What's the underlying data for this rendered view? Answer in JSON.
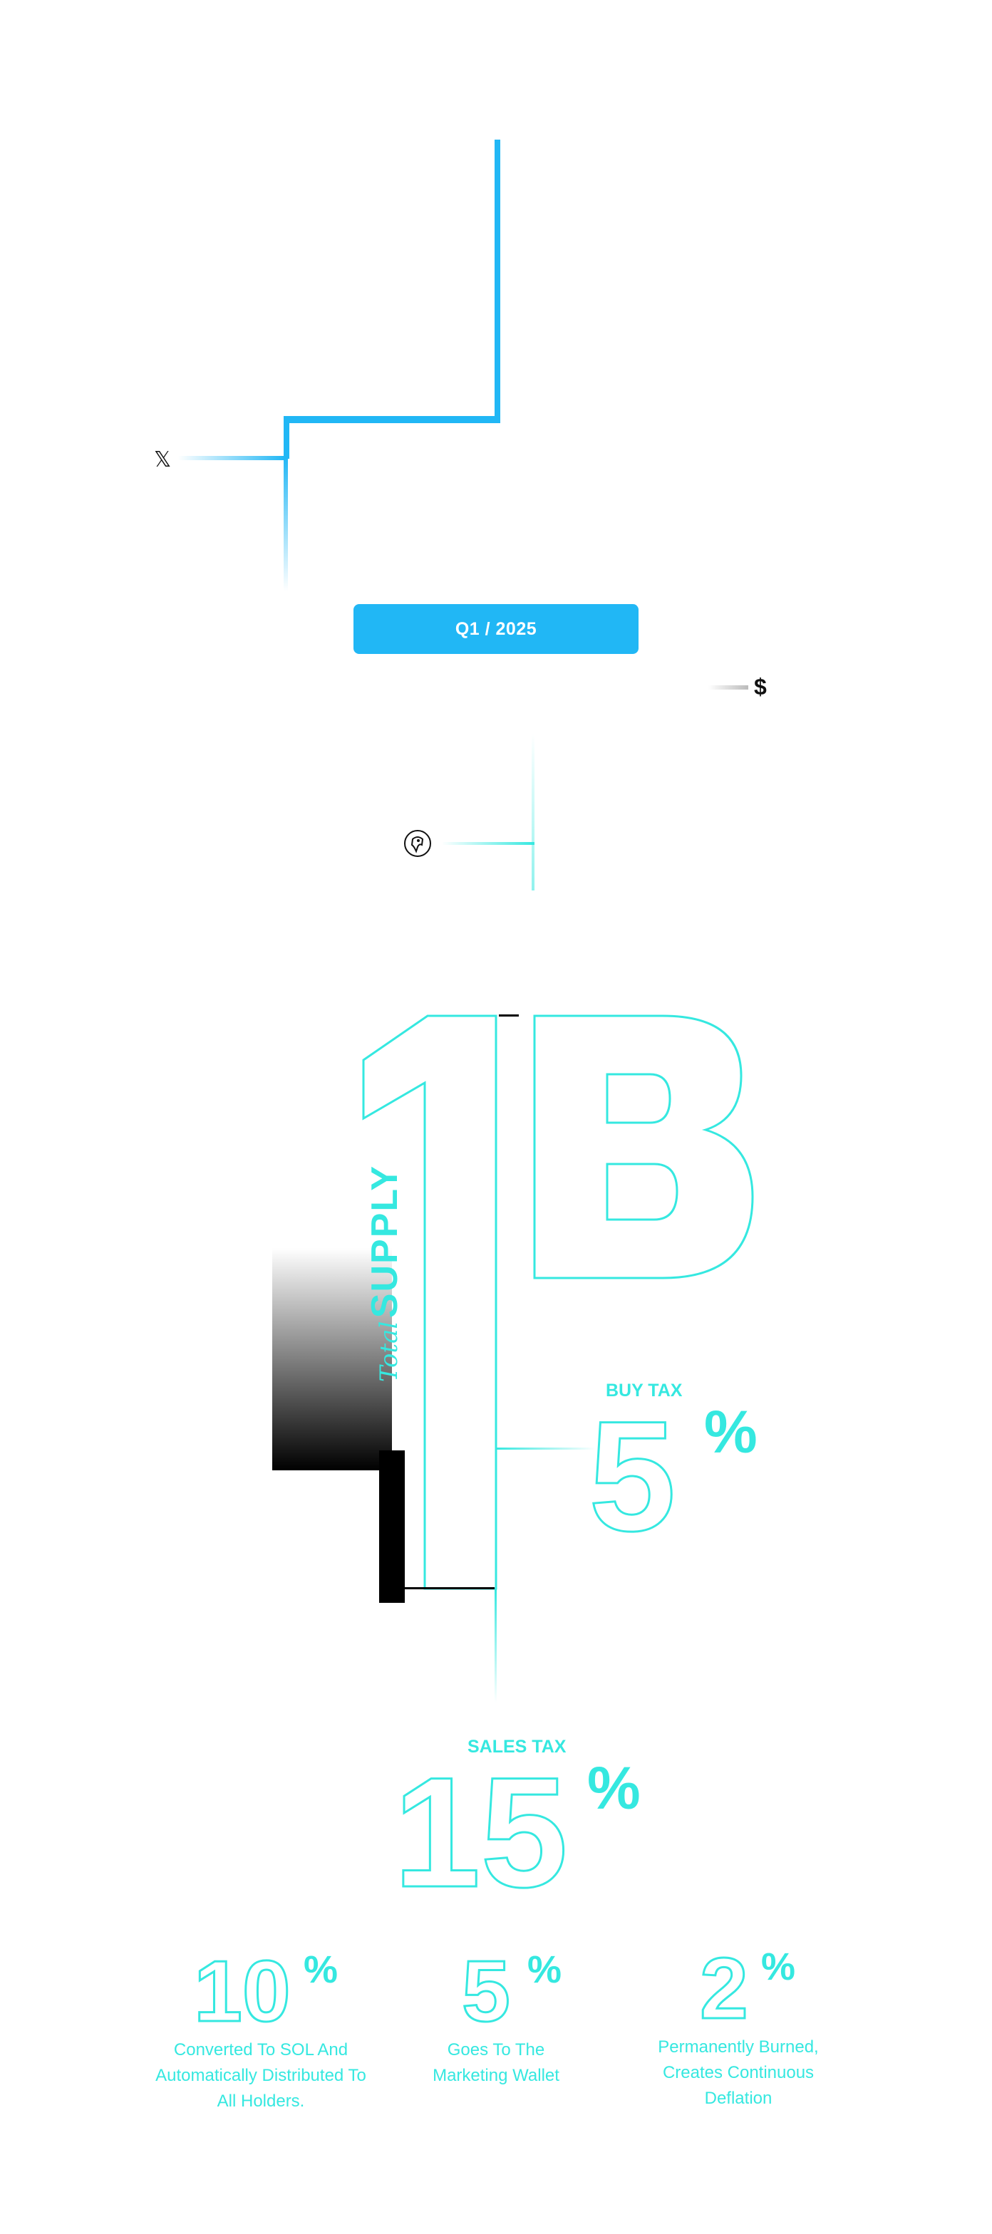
{
  "roadmap": {
    "phase_label": "Q1 / 2025"
  },
  "icons": {
    "x": "𝕏",
    "dollar": "$",
    "circle": "circle-logo-icon"
  },
  "supply": {
    "prefix": "Total",
    "label": "SUPPLY",
    "value": "1B"
  },
  "buy_tax": {
    "label": "BUY TAX",
    "value": "5",
    "unit": "%"
  },
  "sales_tax": {
    "label": "SALES TAX",
    "value": "15",
    "unit": "%"
  },
  "breakdown": [
    {
      "value": "10",
      "unit": "%",
      "description": "Converted To SOL And Automatically Distributed To All Holders."
    },
    {
      "value": "5",
      "unit": "%",
      "description": "Goes To The Marketing Wallet"
    },
    {
      "value": "2",
      "unit": "%",
      "description": "Permanently Burned, Creates Continuous Deflation"
    }
  ],
  "colors": {
    "accent_blue": "#21b7f5",
    "accent_cyan": "#35e8e0"
  }
}
